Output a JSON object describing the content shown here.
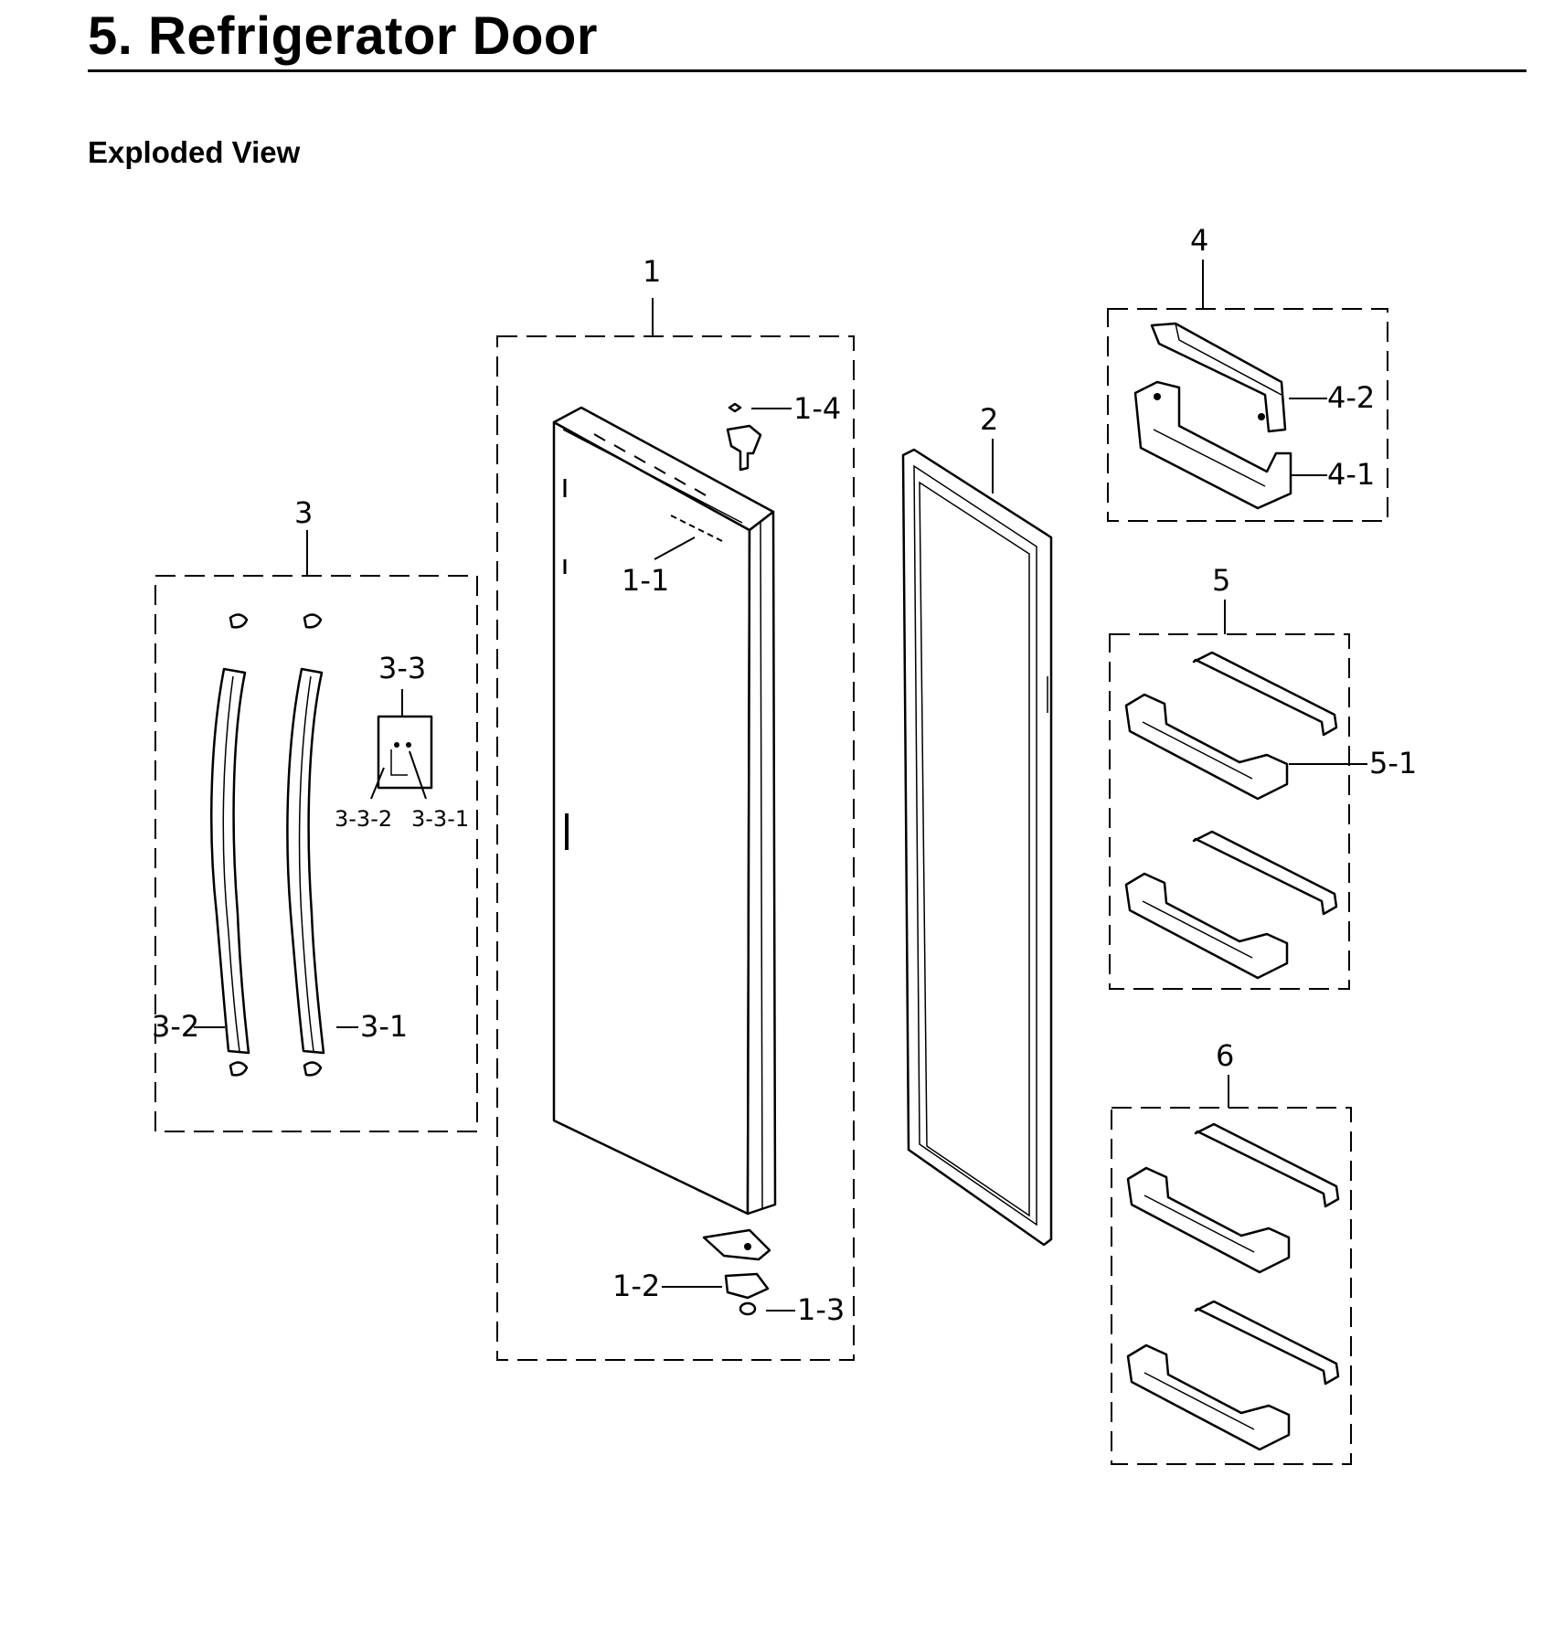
{
  "page": {
    "title": "5.  Refrigerator Door",
    "subtitle": "Exploded View"
  },
  "callouts": {
    "door_assy": "1",
    "door_top_cap": "1-1",
    "hinge_lower": "1-2",
    "hinge_pin": "1-3",
    "hinge_upper": "1-4",
    "gasket": "2",
    "handle_assy": "3",
    "handle_right": "3-1",
    "handle_left": "3-2",
    "handle_cap": "3-3",
    "handle_cap_screw_a": "3-3-1",
    "handle_cap_screw_b": "3-3-2",
    "guard_upper_assy": "4",
    "guard_upper_bin": "4-1",
    "guard_upper_cover": "4-2",
    "guard_mid_assy": "5",
    "guard_mid_bin": "5-1",
    "guard_lower_assy": "6"
  }
}
